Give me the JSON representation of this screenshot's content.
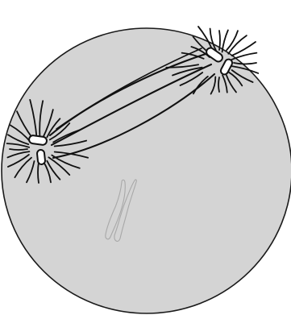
{
  "diagram": {
    "colors": {
      "background": "#ffffff",
      "cell_fill": "#d4d4d4",
      "cell_outline": "#1a1a1a",
      "spindle_fibers": "#111111",
      "centriole_fill": "#ffffff",
      "centriole_outline": "#111111",
      "chromosome_outline": "#a8a8a8"
    },
    "icons": {
      "cell": "cell-membrane",
      "centrosome_upper_right": "centrosome-pair",
      "centrosome_left": "centrosome-pair",
      "spindle": "mitotic-spindle",
      "chromosome": "x-shaped-chromosome"
    }
  }
}
